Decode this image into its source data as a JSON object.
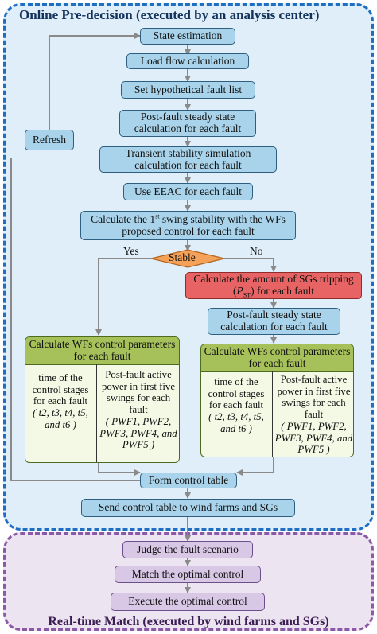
{
  "regions": {
    "online_title": "Online Pre-decision  (executed by an analysis center)",
    "realtime_title": "Real-time Match (executed by wind farms and SGs)"
  },
  "steps": {
    "state_estimation": "State estimation",
    "load_flow": "Load flow calculation",
    "fault_list": "Set hypothetical fault list",
    "post_fault_1": "Post-fault steady state calculation  for each fault",
    "transient": "Transient stability simulation calculation  for  each fault",
    "eeac": "Use EEAC for  each fault",
    "first_swing_a": "Calculate the 1",
    "first_swing_sup": "st",
    "first_swing_b": " swing stability with the WFs proposed control for  each fault",
    "stable": "Stable",
    "yes": "Yes",
    "no": "No",
    "refresh": "Refresh",
    "sg_tripping_a": "Calculate the amount of SGs tripping  (",
    "sg_tripping_sym": "P",
    "sg_tripping_sub": "ST",
    "sg_tripping_b": ")  for  each fault",
    "post_fault_2": "Post-fault steady state calculation  for each fault",
    "form_table": "Form control table",
    "send_table": "Send control table to wind farms and SGs"
  },
  "wf_left": {
    "header": "Calculate WFs control parameters for each fault",
    "time_text": "time of the control stages for each fault",
    "times": "( t2, t3, t4, t5, and t6 )",
    "power_text": "Post-fault active power in first five swings for each fault",
    "powers": "( PWF1, PWF2, PWF3, PWF4, and PWF5 )"
  },
  "wf_right": {
    "header": "Calculate WFs control parameters for each fault",
    "time_text": "time of the control stages for  each fault",
    "times": "( t2, t3, t4, t5, and t6 )",
    "power_text": "Post-fault active power in first five swings for each fault",
    "powers": "( PWF1, PWF2, PWF3, PWF4, and PWF5 )"
  },
  "realtime_steps": {
    "judge": "Judge the fault scenario",
    "match": "Match the optimal control",
    "execute": "Execute the optimal control"
  },
  "colors": {
    "online_border": "#1e6fc2",
    "online_fill": "#dfeef8",
    "realtime_border": "#8b5aa6",
    "realtime_fill": "#ede4f1",
    "process_box": "#a9d3ea",
    "decision": "#f4a25a",
    "sg_tripping": "#e86464",
    "wf_header": "#a6c15a"
  }
}
